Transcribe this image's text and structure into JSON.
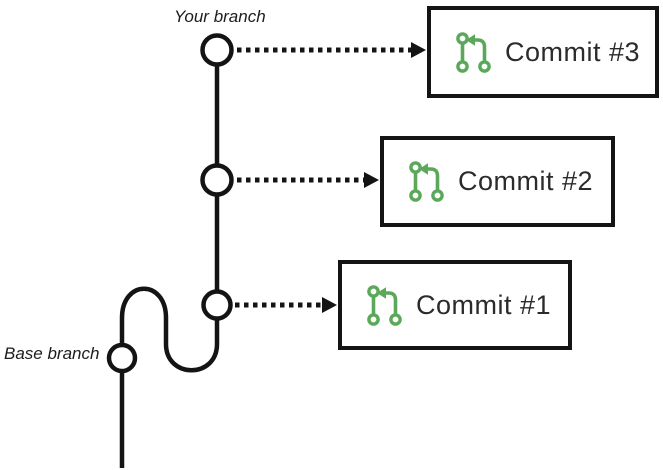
{
  "diagram": {
    "type": "git-branch-diagram",
    "labels": {
      "your_branch": "Your branch",
      "base_branch": "Base branch"
    },
    "commit_boxes": [
      {
        "label": "Commit #3",
        "icon": "git-pull-request-icon"
      },
      {
        "label": "Commit #2",
        "icon": "git-pull-request-icon"
      },
      {
        "label": "Commit #1",
        "icon": "git-pull-request-icon"
      }
    ],
    "structure": {
      "your_branch_nodes": 3,
      "base_branch_nodes": 1,
      "edges": [
        "your-branch-node-top -> Commit #3 (dotted arrow)",
        "your-branch-node-middle -> Commit #2 (dotted arrow)",
        "your-branch-node-bottom -> Commit #1 (dotted arrow)",
        "base-branch -> your-branch (s-curve fork)"
      ]
    },
    "colors": {
      "line": "#141414",
      "box_border": "#141414",
      "text": "#2b2b2b",
      "label_text": "#1c1c1c",
      "icon_green": "#5BA85B",
      "background": "#ffffff"
    }
  }
}
